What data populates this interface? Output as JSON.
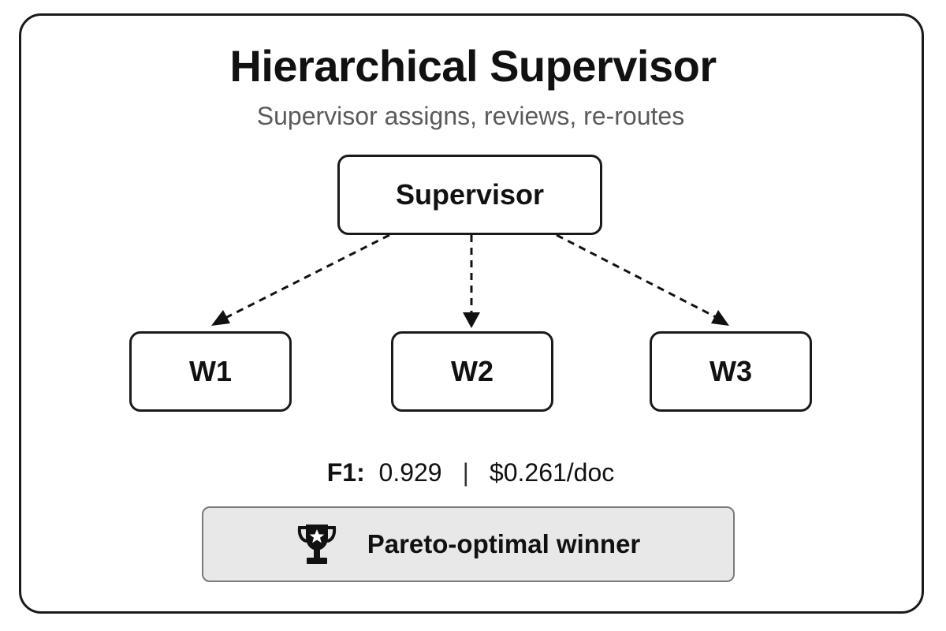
{
  "header": {
    "title": "Hierarchical Supervisor",
    "subtitle": "Supervisor assigns, reviews, re-routes"
  },
  "diagram": {
    "supervisor": {
      "label": "Supervisor"
    },
    "workers": [
      {
        "label": "W1"
      },
      {
        "label": "W2"
      },
      {
        "label": "W3"
      }
    ]
  },
  "metrics": {
    "f1_label": "F1:",
    "f1_value": "0.929",
    "separator": "|",
    "cost": "$0.261/doc"
  },
  "winner_badge": {
    "icon": "trophy-icon",
    "label": "Pareto-optimal winner"
  },
  "colors": {
    "border": "#1a1a1a",
    "subtitle": "#5a5a5a",
    "badge_background": "#e8e8e8",
    "badge_border": "#7a7a7a"
  }
}
